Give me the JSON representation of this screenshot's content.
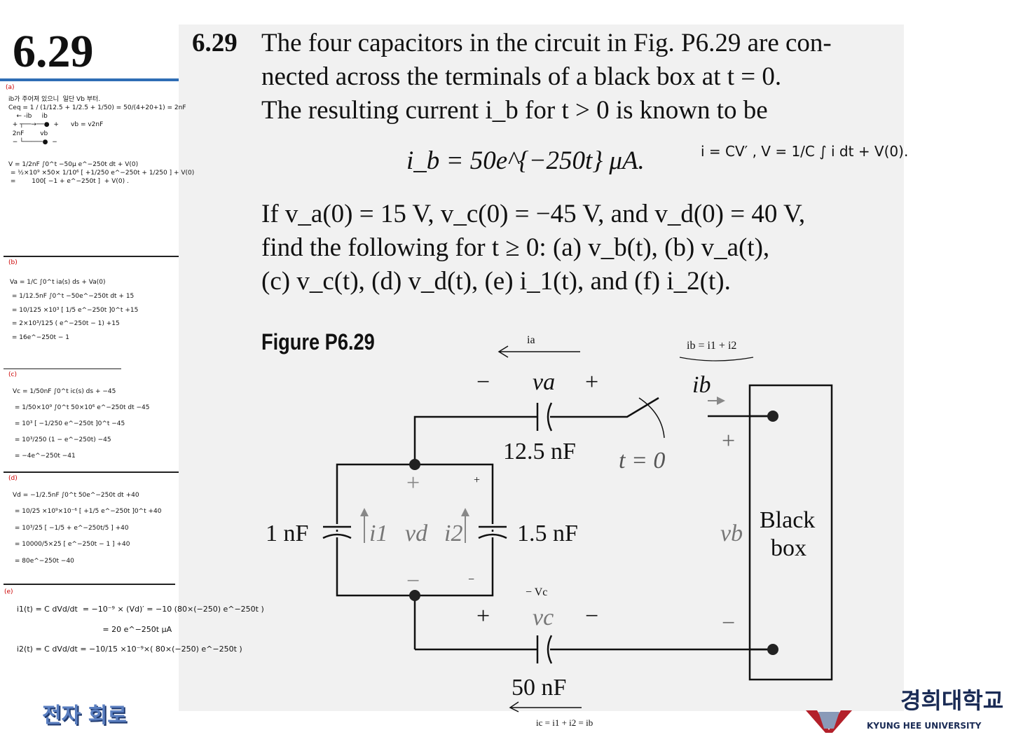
{
  "slide": {
    "number": "6.29",
    "footer_course": "전자 회로"
  },
  "logo": {
    "korean": "경희대학교",
    "english": "KYUNG HEE UNIVERSITY"
  },
  "problem": {
    "number": "6.29",
    "line1": "The four capacitors in the circuit in Fig. P6.29 are con-",
    "line2": "nected across the terminals of a black box at t = 0.",
    "line3": "The resulting current i_b for t > 0 is known to be",
    "equation": "i_b = 50e^{−250t} μA.",
    "line4": "If v_a(0) = 15 V, v_c(0) = −45 V, and v_d(0) = 40 V,",
    "line5": "find the following for t ≥ 0: (a) v_b(t), (b) v_a(t),",
    "line6": "(c) v_c(t), (d) v_d(t), (e) i_1(t), and (f) i_2(t)."
  },
  "figure": {
    "title": "Figure P6.29",
    "cap_top": "12.5 nF",
    "cap_left": "1 nF",
    "cap_right": "1.5 nF",
    "cap_bottom": "50 nF",
    "va": "va",
    "vb": "vb",
    "vc": "vc",
    "vd": "vd",
    "i1": "i1",
    "i2": "i2",
    "ib": "ib",
    "switch": "t = 0",
    "box": [
      "Black",
      "box"
    ],
    "plus": "+",
    "minus": "−"
  },
  "annotations": {
    "capacitor_law": "i = CV′ ,  V = 1/C ∫ i dt + V(0).",
    "ia": "ia",
    "ib_sum": "ib = i1 + i2",
    "neg_vc": "− Vc",
    "ic_eq": "ic = i1 + i2 = ib"
  },
  "notes": {
    "a": {
      "label": "(a)",
      "lines": [
        "ib가 주어져 있으니  일단 Vb 부터.",
        "Ceq = 1 / (1/12.5 + 1/2.5 + 1/50) = 50/(4+20+1) = 2nF",
        "    ← -ib     ib",
        "  + ┬──→──●  +      vb = v2nF",
        "  2nF        vb",
        "  − └─────●  −",
        "V = 1/2nF ∫0^t −50μ e^−250t dt + V(0)",
        " = ½×10⁹ ×50× 1/10⁶ [ +1/250 e^−250t + 1/250 ] + V(0)",
        " =        100[ −1 + e^−250t ]  + V(0) ."
      ]
    },
    "b": {
      "label": "(b)",
      "lines": [
        "Va = 1/C ∫0^t ia(s) ds + Va(0)",
        " = 1/12.5nF ∫0^t −50e^−250t dt + 15",
        " = 10/125 ×10³ [ 1/5 e^−250t ]0^t +15",
        " = 2×10³/125 ( e^−250t − 1) +15",
        " = 16e^−250t − 1"
      ]
    },
    "c": {
      "label": "(c)",
      "lines": [
        "Vc = 1/50nF ∫0^t ic(s) ds + −45",
        " = 1/50×10⁹ ∫0^t 50×10⁶ e^−250t dt −45",
        " = 10³ [ −1/250 e^−250t ]0^t −45",
        " = 10³/250 (1 − e^−250t) −45",
        " = −4e^−250t −41"
      ]
    },
    "d": {
      "label": "(d)",
      "lines": [
        "Vd = −1/2.5nF ∫0^t 50e^−250t dt +40",
        " = 10/25 ×10⁹×10⁻⁶ [ +1/5 e^−250t ]0^t +40",
        " = 10³/25 [ −1/5 + e^−250t/5 ] +40",
        " = 10000/5×25 [ e^−250t − 1 ] +40",
        " = 80e^−250t −40"
      ]
    },
    "e": {
      "label": "(e)",
      "lines": [
        "i1(t) = C dVd/dt  = −10⁻⁹ × (Vd)′ = −10 (80×(−250) e^−250t )",
        "                                   = 20 e^−250t μA",
        "i2(t) = C dVd/dt = −10/15 ×10⁻⁹×( 80×(−250) e^−250t )"
      ]
    }
  }
}
